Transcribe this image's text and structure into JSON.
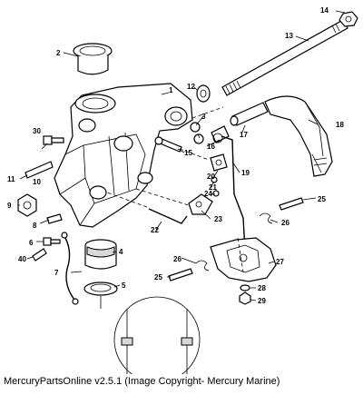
{
  "parts": [
    {
      "num": "1"
    },
    {
      "num": "2"
    },
    {
      "num": "3"
    },
    {
      "num": "4"
    },
    {
      "num": "5"
    },
    {
      "num": "6"
    },
    {
      "num": "7"
    },
    {
      "num": "8"
    },
    {
      "num": "9"
    },
    {
      "num": "10"
    },
    {
      "num": "11"
    },
    {
      "num": "12"
    },
    {
      "num": "13"
    },
    {
      "num": "14"
    },
    {
      "num": "15"
    },
    {
      "num": "16"
    },
    {
      "num": "17"
    },
    {
      "num": "18"
    },
    {
      "num": "19"
    },
    {
      "num": "20"
    },
    {
      "num": "21"
    },
    {
      "num": "22"
    },
    {
      "num": "23"
    },
    {
      "num": "24"
    },
    {
      "num": "25"
    },
    {
      "num": "25"
    },
    {
      "num": "26"
    },
    {
      "num": "26"
    },
    {
      "num": "27"
    },
    {
      "num": "28"
    },
    {
      "num": "29"
    },
    {
      "num": "30"
    },
    {
      "num": "40"
    }
  ],
  "footer": {
    "text": "MercuryPartsOnline v2.5.1 (Image Copyright- Mercury Marine)"
  }
}
